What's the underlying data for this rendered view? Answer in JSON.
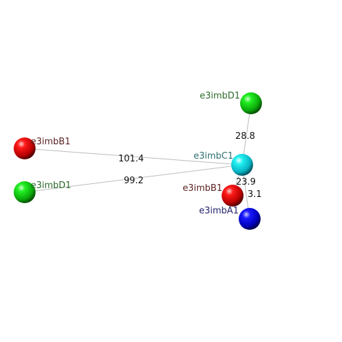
{
  "atoms": [
    {
      "id": "D1_top",
      "label": "e3imbD1",
      "gradient": "grad-green",
      "label_color": "#2a6b2a"
    },
    {
      "id": "C1",
      "label": "e3imbC1",
      "gradient": "grad-cyan",
      "label_color": "#2e6f70"
    },
    {
      "id": "B1_left",
      "label": "e3imbB1",
      "gradient": "grad-red",
      "label_color": "#5a1f1f"
    },
    {
      "id": "D1_left",
      "label": "e3imbD1",
      "gradient": "grad-green",
      "label_color": "#2a6b2a"
    },
    {
      "id": "B1_mid",
      "label": "e3imbB1",
      "gradient": "grad-red",
      "label_color": "#5a1f1f"
    },
    {
      "id": "A1",
      "label": "e3imbA1",
      "gradient": "grad-blue",
      "label_color": "#23236b"
    }
  ],
  "bonds": [
    {
      "from": "C1",
      "to": "D1_top",
      "distance": "28.8"
    },
    {
      "from": "C1",
      "to": "B1_left",
      "distance": "101.4"
    },
    {
      "from": "C1",
      "to": "D1_left",
      "distance": "99.2"
    },
    {
      "from": "C1",
      "to": "B1_mid",
      "distance": "23.9"
    },
    {
      "from": "C1",
      "to": "A1",
      "distance": "3.1"
    }
  ],
  "colors": {
    "bond_line": "#bbbbbb",
    "background": "#ffffff"
  }
}
